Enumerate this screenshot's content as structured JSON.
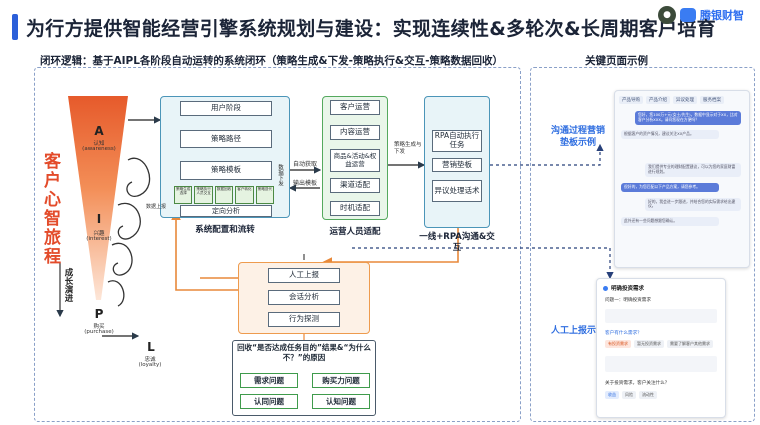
{
  "header": {
    "title": "为行方提供智能经营引擎系统规划与建设：实现连续性&多轮次&长周期客户培育",
    "logo_text": "腾银财智"
  },
  "subtitle": "闭环逻辑：基于AIPL各阶段自动运转的系统闭环（策略生成&下发-策略执行&交互-策略数据回收）",
  "key_pages_title": "关键页面示例",
  "funnel": {
    "stages": [
      {
        "letter": "A",
        "cn": "认知",
        "en": "(awareness)"
      },
      {
        "letter": "I",
        "cn": "兴趣",
        "en": "(interest)"
      },
      {
        "letter": "P",
        "cn": "购买",
        "en": "(purchase)"
      },
      {
        "letter": "L",
        "cn": "忠诚",
        "en": "(loyalty)"
      }
    ],
    "journey_label": "客户心智旅程",
    "growth_label": "成长演进"
  },
  "config_panel": {
    "items": [
      "用户阶段",
      "策略路径",
      "策略模板",
      "定向分析"
    ],
    "mini_boxes": [
      "策略生成选择",
      "策略执行人员交互",
      "数据回收",
      "客户转化",
      "策略迭代"
    ],
    "side_label": "数据下发",
    "bottom_note": "数据上报",
    "caption": "系统配置和流转"
  },
  "flow_labels": {
    "auto_get": "自动获取",
    "push_template": "输出模板",
    "strategy_gen": "策略生成与下发"
  },
  "ops_panel": {
    "items": [
      "客户运营",
      "内容运营",
      "商品&活动&权益运营",
      "渠道适配",
      "时机适配"
    ],
    "caption": "运营人员适配"
  },
  "rpa_panel": {
    "items": [
      "RPA自动执行任务",
      "营销垫板",
      "异议处理话术"
    ],
    "caption": "一线+RPA沟通&交互"
  },
  "feedback_panel": {
    "items": [
      "人工上报",
      "会话分析",
      "行为探测"
    ]
  },
  "question_panel": {
    "title": "回收“是否达成任务目的”结果&“为什么不？”的原因",
    "items": [
      "需求问题",
      "购买力问题",
      "认同问题",
      "认知问题"
    ]
  },
  "examples": {
    "label1": "沟通过程营销垫板示例",
    "label2": "人工上报示例",
    "phone1": {
      "tabs": [
        "产品导购",
        "产品介绍",
        "异议处理",
        "服务档案"
      ],
      "messages": [
        "您好，您100万+元(女士/先生)，数据中显示对于XX，比对客户分析XXX。请问您现在方便吗？",
        "根据客户的资产情况，建议关注XX产品。",
        "我们提供专业的理财配置建议，可以为您的家庭财富进行规划。",
        "很好的，为您匹配以下产品方案，请您参考。",
        "好的，我会进一步跟进，并结合您的实际需求给出建议。",
        "此外还有一些问题想跟您确认。"
      ]
    },
    "phone2": {
      "title": "明确投资需求",
      "subtitle": "问题一：明确投资需求",
      "q1": "客户有什么需求？",
      "opts1": [
        "有投资需求",
        "暂无投资需求",
        "需要了解客户其他需求"
      ],
      "q2": "关于投资需求，客户关注什么？",
      "opts2": [
        "收益",
        "风险",
        "流动性"
      ]
    }
  }
}
